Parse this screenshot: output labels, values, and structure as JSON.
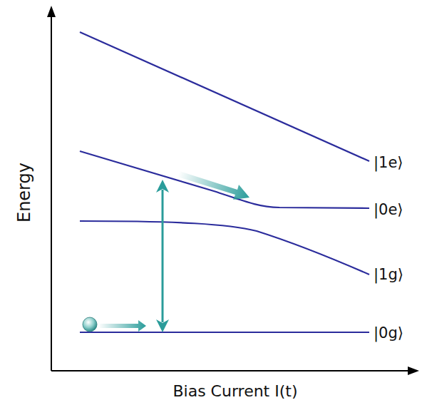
{
  "diagram": {
    "labels": [
      "Energy",
      "Bias Current I(t)",
      "|1e⟩",
      "|0e⟩",
      "|1g⟩",
      "|0g⟩"
    ]
  }
}
